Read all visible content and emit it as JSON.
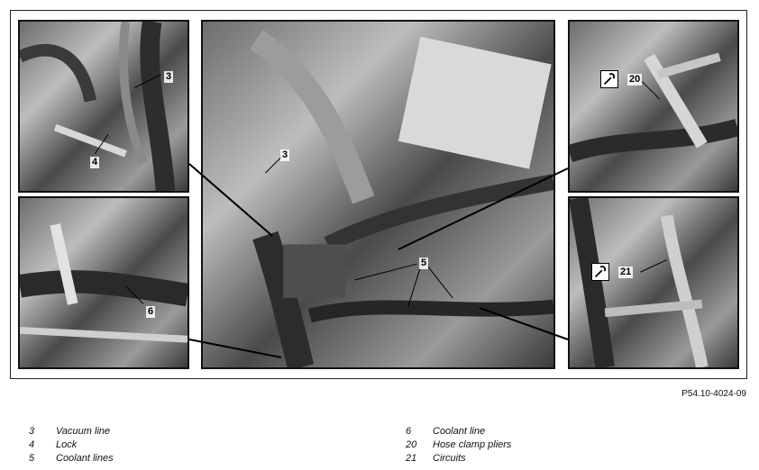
{
  "figure_ref": "P54.10-4024-09",
  "callouts": {
    "tl": "3",
    "tl2": "4",
    "bl": "6",
    "main_a": "3",
    "main_b": "5",
    "tr": "20",
    "br": "21"
  },
  "legend_left": [
    {
      "num": "3",
      "label": "Vacuum line"
    },
    {
      "num": "4",
      "label": "Lock"
    },
    {
      "num": "5",
      "label": "Coolant lines"
    }
  ],
  "legend_right": [
    {
      "num": "6",
      "label": "Coolant line"
    },
    {
      "num": "20",
      "label": "Hose clamp pliers"
    },
    {
      "num": "21",
      "label": "Circuits"
    }
  ],
  "icons": [
    "tool-icon",
    "tool-icon"
  ]
}
